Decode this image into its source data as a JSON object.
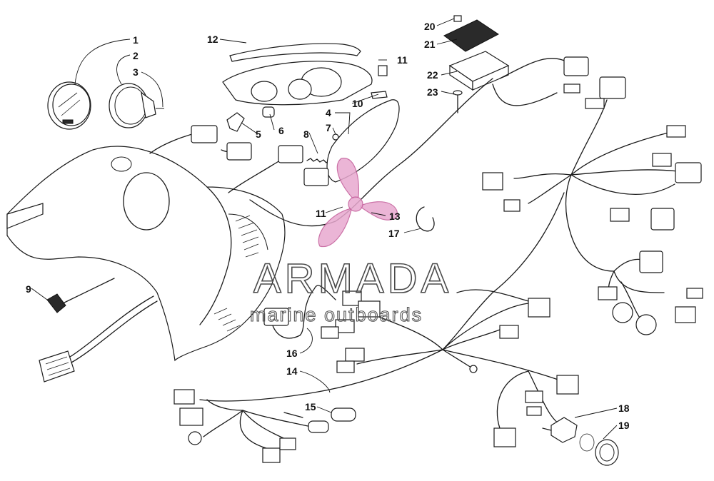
{
  "callouts": [
    "1",
    "2",
    "3",
    "12",
    "11",
    "10",
    "4",
    "7",
    "5",
    "6",
    "8",
    "9",
    "11",
    "13",
    "17",
    "16",
    "14",
    "15",
    "20",
    "21",
    "22",
    "23",
    "18",
    "19"
  ],
  "watermark": {
    "name": "ARMADA",
    "tagline": "marine outboards",
    "colors": {
      "logo": "#e8a9cf",
      "text": "#4a4a4a"
    }
  }
}
